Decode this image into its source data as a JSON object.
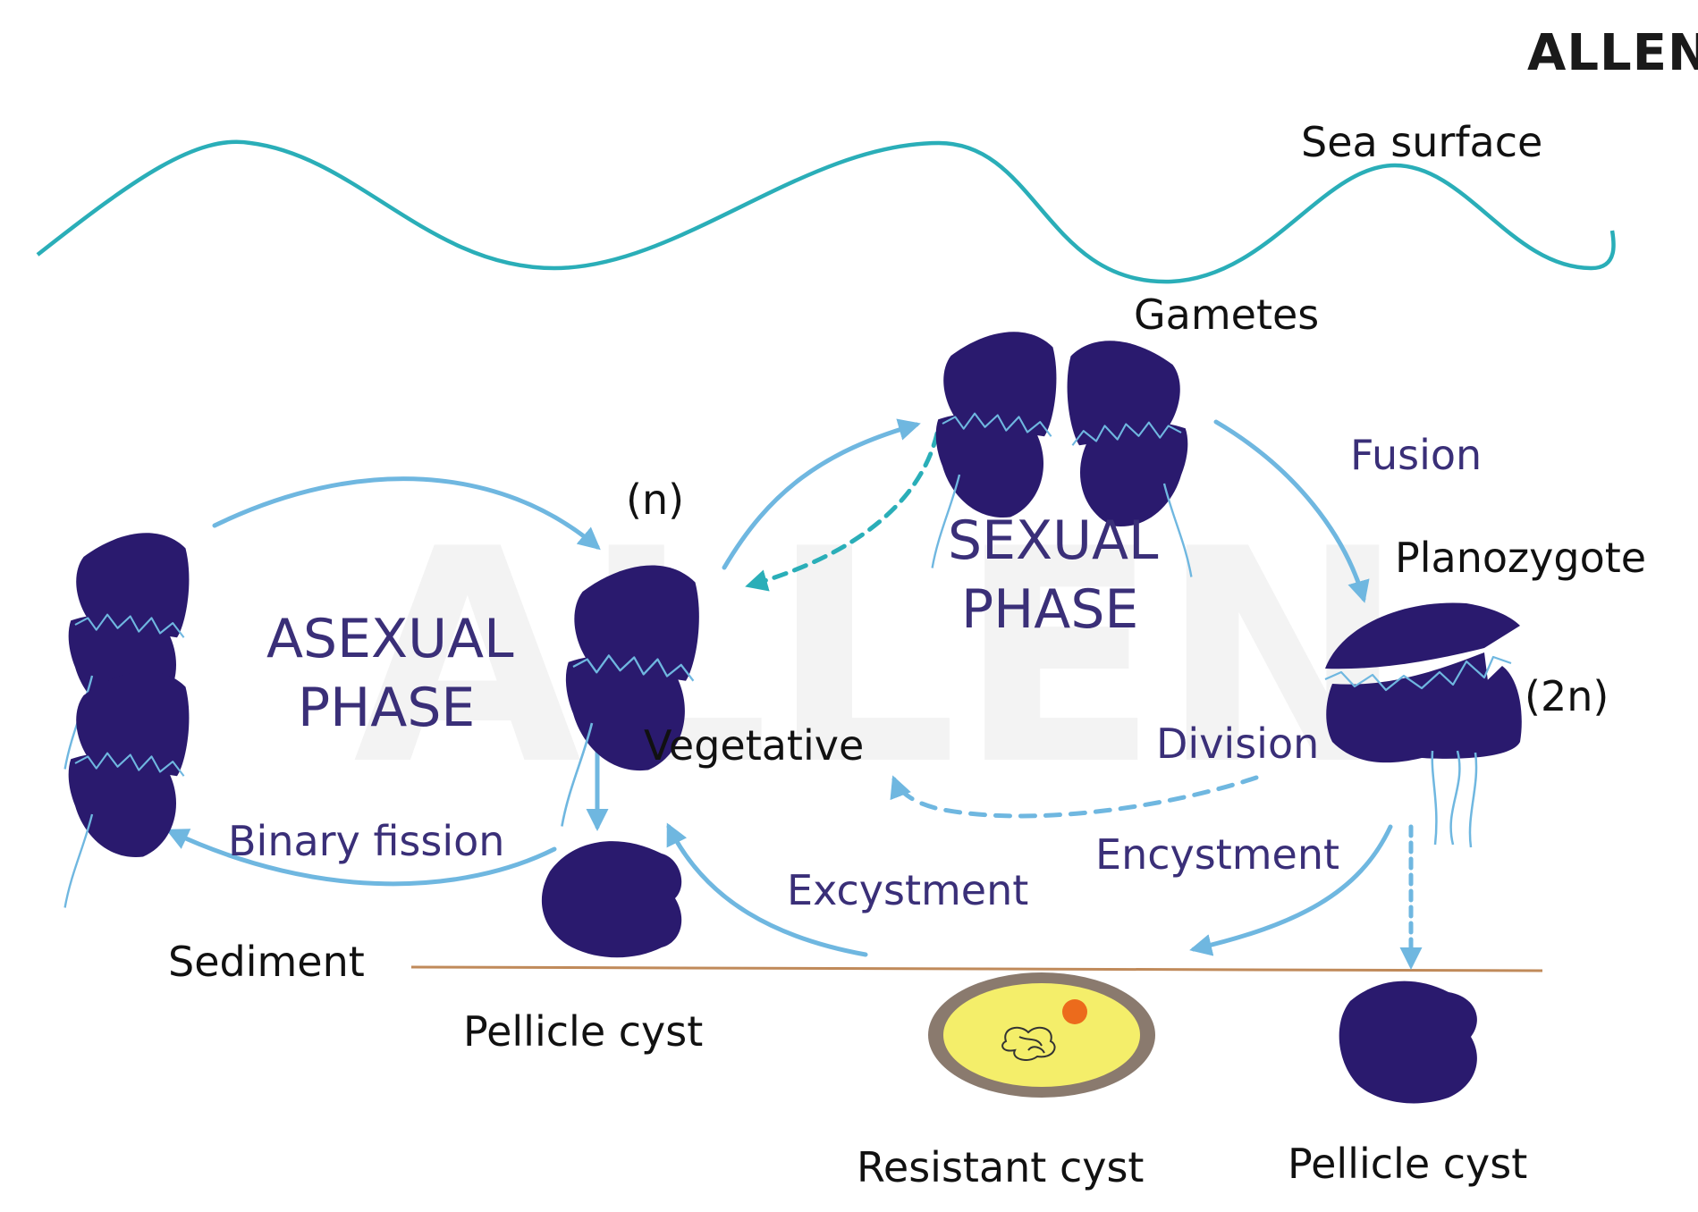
{
  "brand": {
    "logo": "ALLEN"
  },
  "colors": {
    "sea": "#2aaeb8",
    "arrow": "#6fb7e0",
    "arrow_dashed": "#2aaeb8",
    "cell": "#2a1a6e",
    "label_purple": "#3a2f78",
    "sediment": "#c08a5a",
    "cyst_wall": "#8a7a6e",
    "cyst_fill": "#f4ee6a",
    "cyst_nucleus": "#ec6b1c"
  },
  "labels": {
    "sea_surface": "Sea surface",
    "gametes": "Gametes",
    "fusion": "Fusion",
    "planozygote": "Planozygote",
    "ploidy_haploid": "(n)",
    "ploidy_diploid": "(2n)",
    "sexual_phase_line1": "SEXUAL",
    "sexual_phase_line2": "PHASE",
    "asexual_phase_line1": "ASEXUAL",
    "asexual_phase_line2": "PHASE",
    "vegetative": "Vegetative",
    "division": "Division",
    "binary_fission": "Binary fission",
    "encystment": "Encystment",
    "excystment": "Excystment",
    "sediment": "Sediment",
    "pellicle_cyst_left": "Pellicle cyst",
    "resistant_cyst": "Resistant cyst",
    "pellicle_cyst_right": "Pellicle cyst"
  }
}
